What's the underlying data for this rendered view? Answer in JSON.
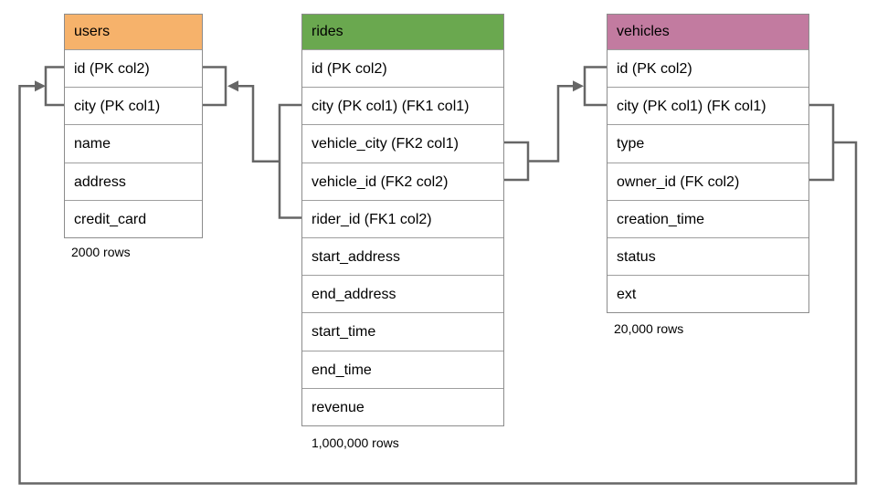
{
  "tables": {
    "users": {
      "name": "users",
      "header_color": "#F6B26B",
      "columns": [
        "id (PK col2)",
        "city (PK col1)",
        "name",
        "address",
        "credit_card"
      ],
      "row_count": "2000 rows"
    },
    "rides": {
      "name": "rides",
      "header_color": "#6AA84F",
      "columns": [
        "id (PK col2)",
        "city (PK col1) (FK1 col1)",
        "vehicle_city (FK2 col1)",
        "vehicle_id (FK2 col2)",
        "rider_id (FK1 col2)",
        "start_address",
        "end_address",
        "start_time",
        "end_time",
        "revenue"
      ],
      "row_count": "1,000,000 rows"
    },
    "vehicles": {
      "name": "vehicles",
      "header_color": "#C27BA0",
      "columns": [
        "id (PK col2)",
        "city (PK col1) (FK col1)",
        "type",
        "owner_id (FK col2)",
        "creation_time",
        "status",
        "ext"
      ],
      "row_count": "20,000 rows"
    }
  },
  "relationships": [
    {
      "name": "rides-to-users",
      "from": "rides (city, rider_id) FK1",
      "to": "users (city, id) PK"
    },
    {
      "name": "rides-to-vehicles",
      "from": "rides (vehicle_city, vehicle_id) FK2",
      "to": "vehicles (city, id) PK"
    },
    {
      "name": "vehicles-to-users",
      "from": "vehicles (city, owner_id) FK",
      "to": "users (city, id) PK"
    }
  ],
  "colors": {
    "connector": "#666666",
    "table_border": "#8c8c8c",
    "row_separator": "#9e9e9e",
    "text": "#000000",
    "background": "#ffffff"
  }
}
